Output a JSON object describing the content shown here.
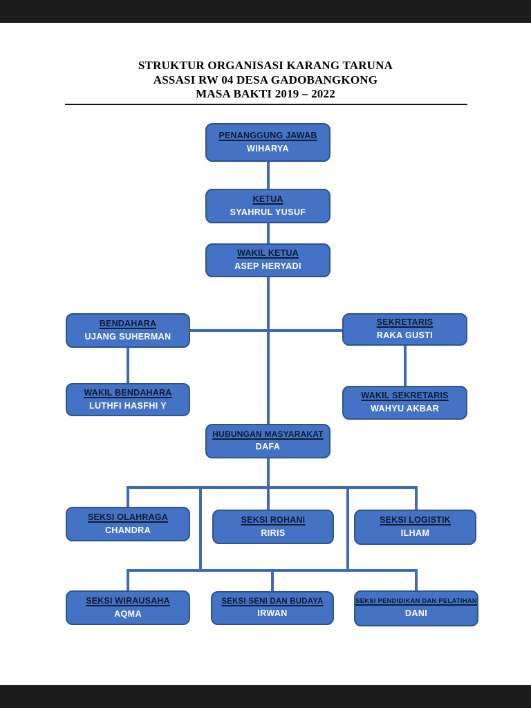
{
  "document": {
    "title_lines": [
      "STRUKTUR ORGANISASI KARANG TARUNA",
      "ASSASI RW 04 DESA GADOBANGKONG",
      "MASA BAKTI 2019 – 2022"
    ]
  },
  "org": {
    "nodes": {
      "penanggung_jawab": {
        "role": "PENANGGUNG JAWAB",
        "name": "WIHARYA"
      },
      "ketua": {
        "role": "KETUA",
        "name": "SYAHRUL YUSUF"
      },
      "wakil_ketua": {
        "role": "WAKIL KETUA",
        "name": "ASEP HERYADI"
      },
      "bendahara": {
        "role": "BENDAHARA",
        "name": "UJANG SUHERMAN"
      },
      "sekretaris": {
        "role": "SEKRETARIS",
        "name": "RAKA GUSTI"
      },
      "wakil_bendahara": {
        "role": "WAKIL BENDAHARA",
        "name": "LUTHFI HASFHI Y"
      },
      "wakil_sekretaris": {
        "role": "WAKIL SEKRETARIS",
        "name": "WAHYU AKBAR"
      },
      "humas": {
        "role": "HUBUNGAN MASYARAKAT",
        "name": "DAFA"
      },
      "seksi_olahraga": {
        "role": "SEKSI OLAHRAGA",
        "name": "CHANDRA"
      },
      "seksi_rohani": {
        "role": "SEKSI ROHANI",
        "name": "RIRIS"
      },
      "seksi_logistik": {
        "role": "SEKSI LOGISTIK",
        "name": "ILHAM"
      },
      "seksi_wirausaha": {
        "role": "SEKSI WIRAUSAHA",
        "name": "AQMA"
      },
      "seksi_seni": {
        "role": "SEKSI SENI DAN BUDAYA",
        "name": "IRWAN"
      },
      "seksi_pendidikan": {
        "role": "SEKSI PENDIDIKAN DAN PELATIHAN",
        "name": "DANI"
      }
    }
  },
  "colors": {
    "box_fill": "#4472c4",
    "box_border": "#2f528f",
    "connector": "#3f69b2",
    "heading_text": "#0d1b35",
    "name_text": "#ffffff",
    "letterbox": "#1b1b1b"
  }
}
